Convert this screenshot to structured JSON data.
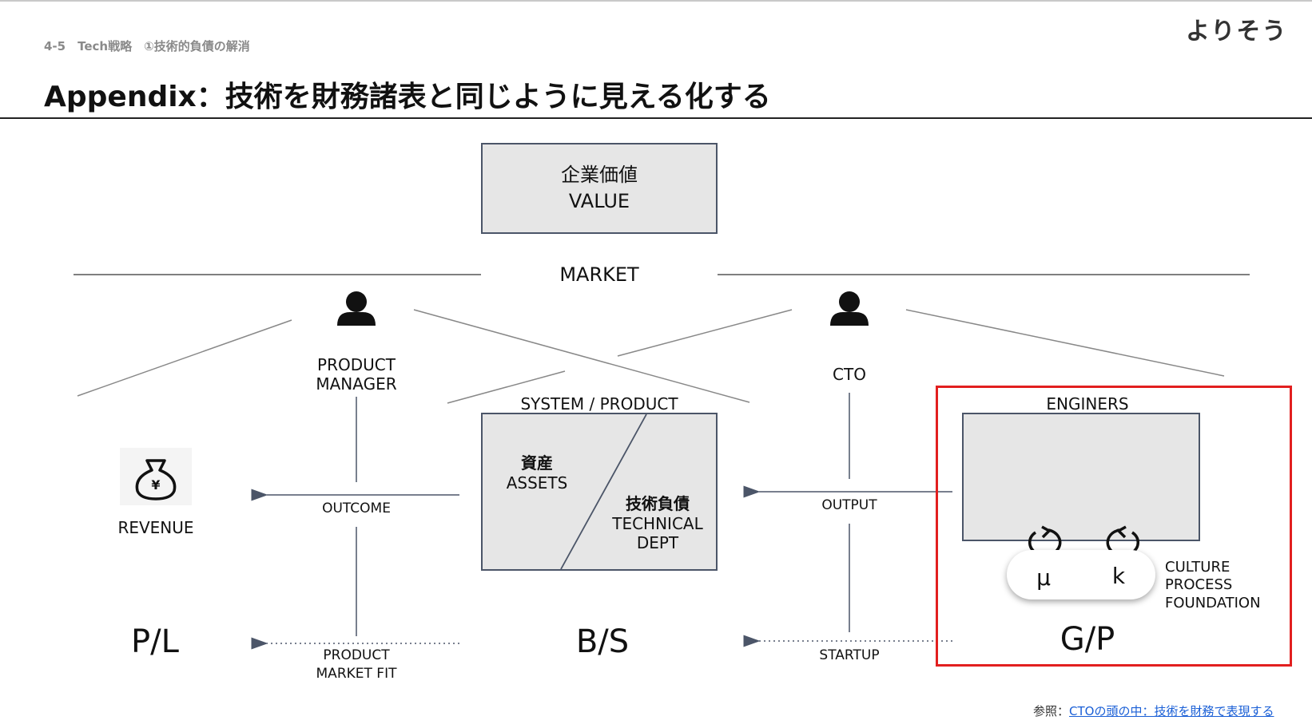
{
  "header": {
    "section": "4-5　Tech戦略　①技術的負債の解消",
    "title": "Appendix：技術を財務諸表と同じように見える化する",
    "logo": "よりそう"
  },
  "diagram": {
    "value_jp": "企業価値",
    "value_en": "VALUE",
    "market": "MARKET",
    "product_manager": [
      "PRODUCT",
      "MANAGER"
    ],
    "cto": "CTO",
    "system_product": "SYSTEM / PRODUCT",
    "assets_jp": "資産",
    "assets_en": "ASSETS",
    "debt_jp": "技術負債",
    "debt_en1": "TECHNICAL",
    "debt_en2": "DEPT",
    "engineers": "ENGINERS",
    "revenue": "REVENUE",
    "revenue_symbol": "¥",
    "outcome": "OUTCOME",
    "output": "OUTPUT",
    "mu": "μ",
    "k": "k",
    "culture": [
      "CULTURE",
      "PROCESS",
      "FOUNDATION"
    ],
    "pl": "P/L",
    "bs": "B/S",
    "gp": "G/P",
    "pmf": [
      "PRODUCT",
      "MARKET FIT"
    ],
    "startup": "STARTUP",
    "colors": {
      "highlight": "#e21f1f",
      "box_fill": "#e6e6e6",
      "box_border": "#4b5568",
      "link": "#1a5fd6"
    }
  },
  "footer": {
    "ref_prefix": "参照：",
    "ref_link": "CTOの頭の中：技術を財務で表現する"
  }
}
